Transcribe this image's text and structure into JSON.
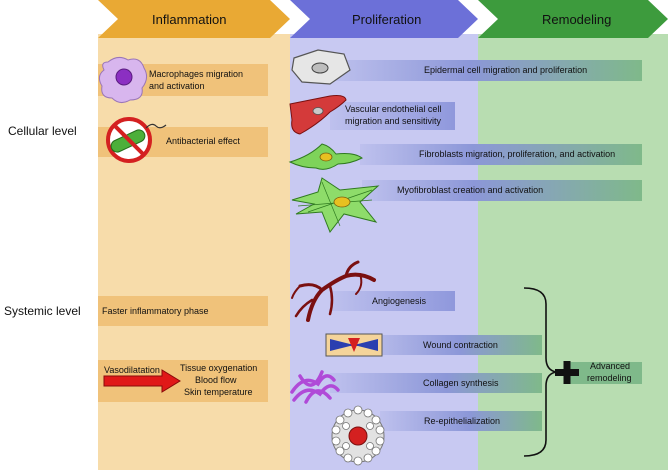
{
  "phases": {
    "inflammation": "Inflammation",
    "proliferation": "Proliferation",
    "remodeling": "Remodeling"
  },
  "levels": {
    "cellular": "Cellular level",
    "systemic": "Systemic level"
  },
  "inflammation_items": {
    "macrophages_line1": "Macrophages migration",
    "macrophages_line2": "and activation",
    "antibacterial": "Antibacterial effect",
    "faster_phase": "Faster inflammatory phase",
    "vasodilatation": "Vasodilatation",
    "tissue_oxygenation": "Tissue oxygenation",
    "blood_flow": "Blood flow",
    "skin_temperature": "Skin temperature"
  },
  "proliferation_items": {
    "epidermal": "Epidermal cell migration and proliferation",
    "vascular_line1": "Vascular endothelial cell",
    "vascular_line2": "migration and sensitivity",
    "fibroblasts": "Fibroblasts migration, proliferation, and activation",
    "myofibroblast": "Myofibroblast creation and activation",
    "angiogenesis": "Angiogenesis",
    "wound_contraction": "Wound contraction",
    "collagen": "Collagen synthesis",
    "reepithelialization": "Re-epithelialization"
  },
  "remodeling_items": {
    "advanced_line1": "Advanced",
    "advanced_line2": "remodeling"
  },
  "colors": {
    "inflammation_col": "#f7dcaa",
    "inflammation_header": "#e8a832",
    "proliferation_col": "#c7c9f0",
    "proliferation_header": "#6a6fd6",
    "remodeling_col": "#b7dcb0",
    "remodeling_header": "#3c9a3c"
  },
  "icons": [
    "macrophage-cell-icon",
    "no-bacteria-icon",
    "epidermal-cell-icon",
    "endothelial-cell-icon",
    "fibroblast-cell-icon",
    "myofibroblast-cell-icon",
    "blood-vessel-icon",
    "wound-contraction-icon",
    "collagen-fiber-icon",
    "re-epithelialization-icon",
    "vasodilatation-arrow-icon",
    "curly-brace-icon",
    "plus-icon"
  ]
}
